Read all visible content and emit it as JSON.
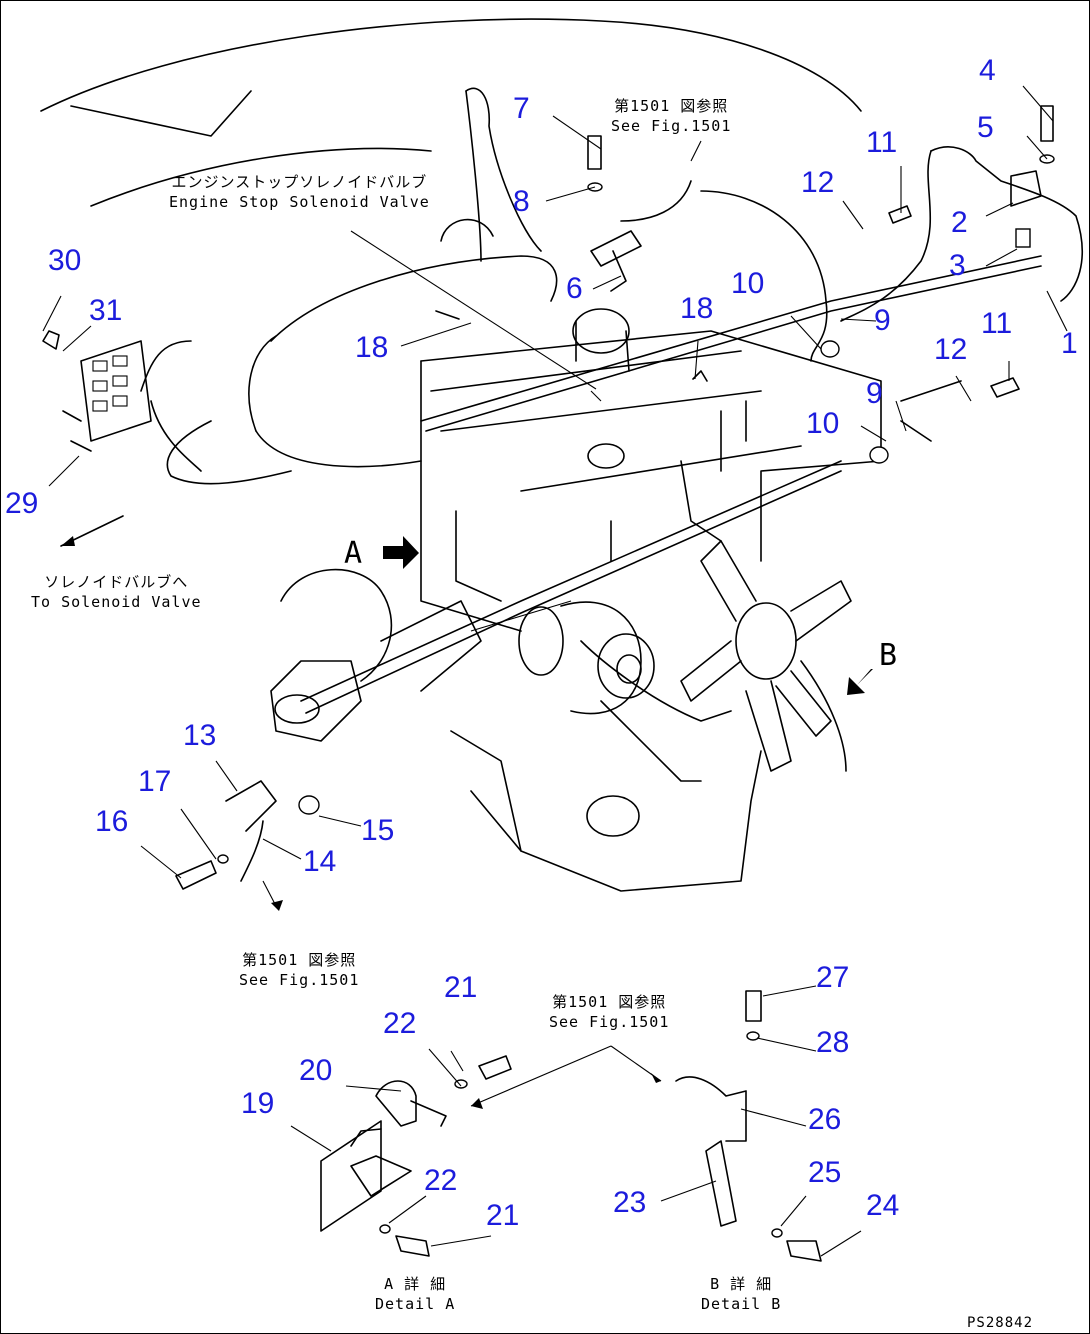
{
  "callouts": [
    {
      "id": "c1",
      "text": "1"
    },
    {
      "id": "c2",
      "text": "2"
    },
    {
      "id": "c3",
      "text": "3"
    },
    {
      "id": "c4",
      "text": "4"
    },
    {
      "id": "c5",
      "text": "5"
    },
    {
      "id": "c6",
      "text": "6"
    },
    {
      "id": "c7",
      "text": "7"
    },
    {
      "id": "c8",
      "text": "8"
    },
    {
      "id": "c9a",
      "text": "9"
    },
    {
      "id": "c9b",
      "text": "9"
    },
    {
      "id": "c10a",
      "text": "10"
    },
    {
      "id": "c10b",
      "text": "10"
    },
    {
      "id": "c11a",
      "text": "11"
    },
    {
      "id": "c11b",
      "text": "11"
    },
    {
      "id": "c12a",
      "text": "12"
    },
    {
      "id": "c12b",
      "text": "12"
    },
    {
      "id": "c13",
      "text": "13"
    },
    {
      "id": "c14",
      "text": "14"
    },
    {
      "id": "c15",
      "text": "15"
    },
    {
      "id": "c16",
      "text": "16"
    },
    {
      "id": "c17",
      "text": "17"
    },
    {
      "id": "c18a",
      "text": "18"
    },
    {
      "id": "c18b",
      "text": "18"
    },
    {
      "id": "c19",
      "text": "19"
    },
    {
      "id": "c20",
      "text": "20"
    },
    {
      "id": "c21a",
      "text": "21"
    },
    {
      "id": "c21b",
      "text": "21"
    },
    {
      "id": "c22a",
      "text": "22"
    },
    {
      "id": "c22b",
      "text": "22"
    },
    {
      "id": "c23",
      "text": "23"
    },
    {
      "id": "c24",
      "text": "24"
    },
    {
      "id": "c25",
      "text": "25"
    },
    {
      "id": "c26",
      "text": "26"
    },
    {
      "id": "c27",
      "text": "27"
    },
    {
      "id": "c28",
      "text": "28"
    },
    {
      "id": "c29",
      "text": "29"
    },
    {
      "id": "c30",
      "text": "30"
    },
    {
      "id": "c31",
      "text": "31"
    }
  ],
  "notes": {
    "fig1501_top_jp": "第1501 図参照",
    "fig1501_top_en": "See Fig.1501",
    "stop_valve_jp": "エンジンストップソレノイドバルブ",
    "stop_valve_en": "Engine Stop Solenoid Valve",
    "to_solenoid_jp": "ソレノイドバルブへ",
    "to_solenoid_en": "To Solenoid Valve",
    "fig1501_left_jp": "第1501 図参照",
    "fig1501_left_en": "See Fig.1501",
    "fig1501_bottom_jp": "第1501 図参照",
    "fig1501_bottom_en": "See Fig.1501",
    "detail_a_jp": "A 詳 細",
    "detail_a_en": "Detail A",
    "detail_b_jp": "B 詳 細",
    "detail_b_en": "Detail B"
  },
  "view_letters": {
    "a": "A",
    "b": "B"
  },
  "drawing_number": "PS28842",
  "colors": {
    "callout": "#1c1cdc",
    "line": "#000000",
    "background": "#ffffff"
  }
}
